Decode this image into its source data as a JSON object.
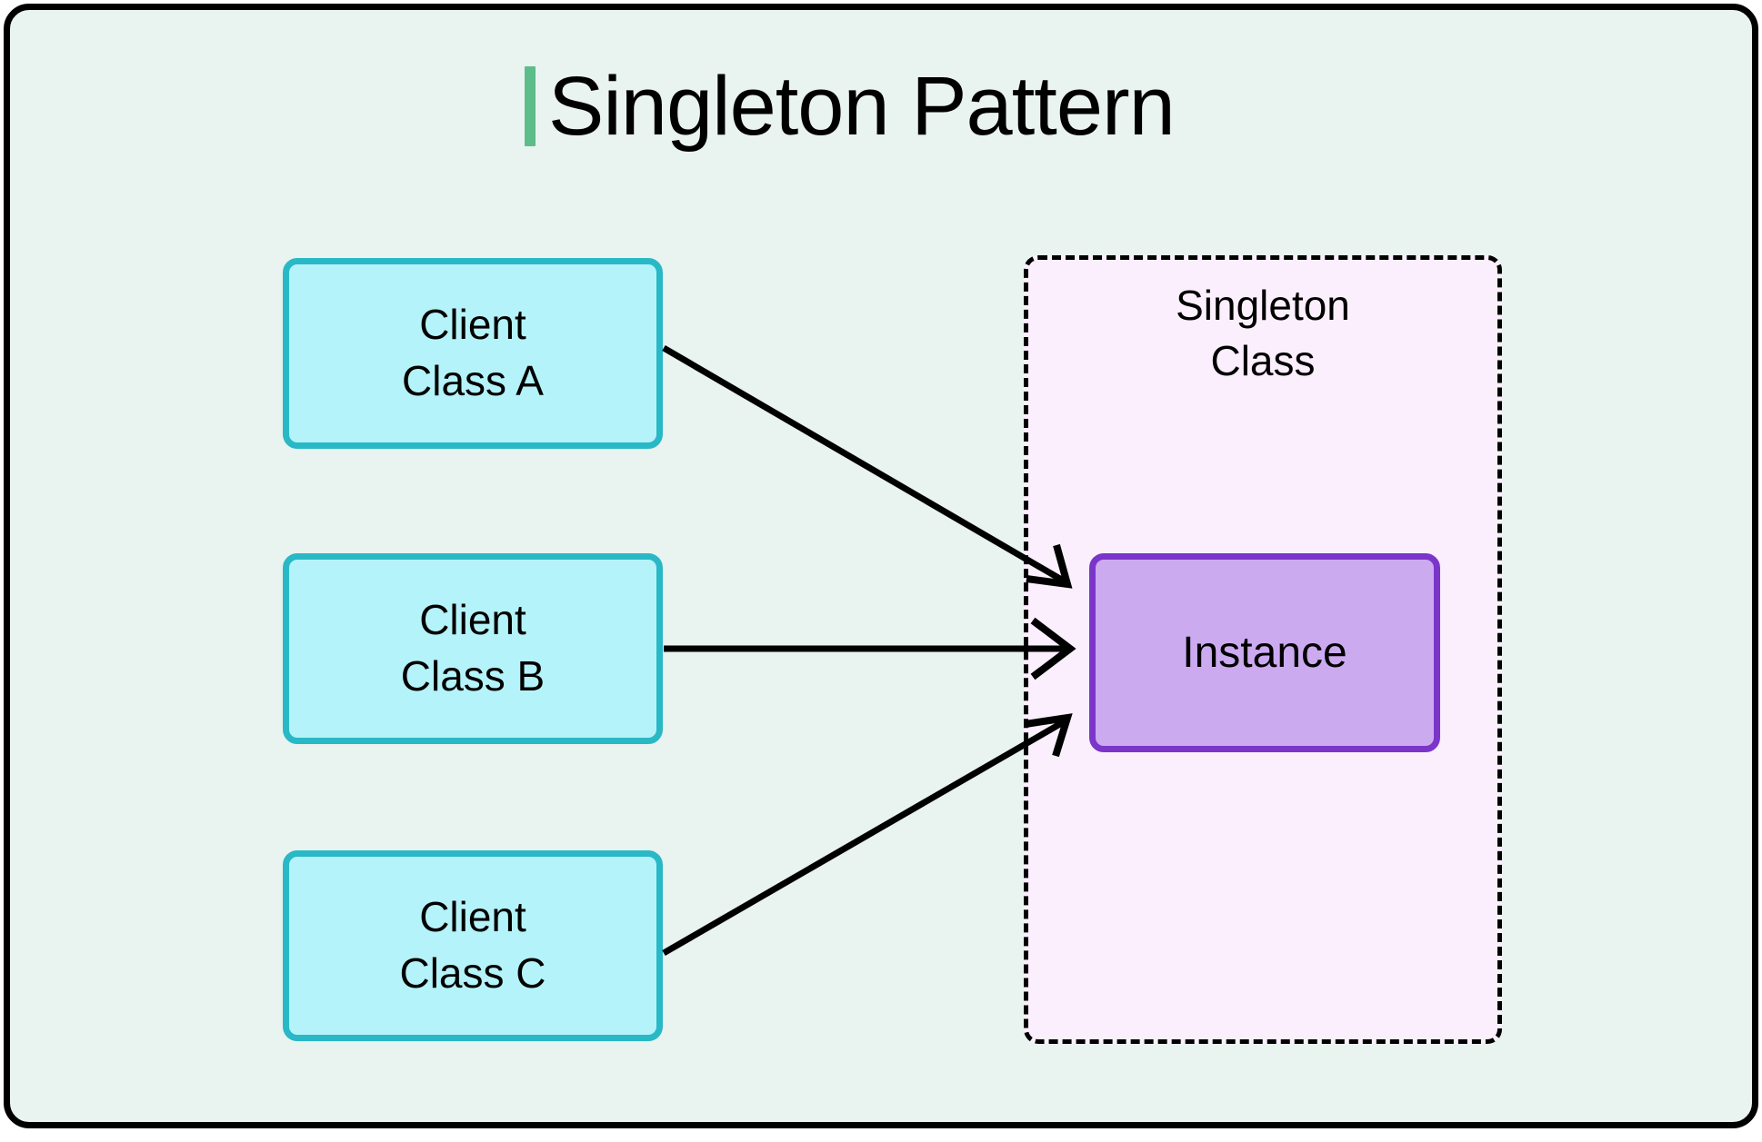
{
  "diagram": {
    "title": "Singleton Pattern",
    "accent_color": "#5cbd8a",
    "background_color": "#e9f3ef",
    "frame_border_color": "#000000",
    "clients": [
      {
        "id": "a",
        "line1": "Client",
        "line2": "Class A"
      },
      {
        "id": "b",
        "line1": "Client",
        "line2": "Class B"
      },
      {
        "id": "c",
        "line1": "Client",
        "line2": "Class C"
      }
    ],
    "client_style": {
      "fill": "#b4f3f9",
      "border": "#29b8c6"
    },
    "singleton": {
      "label_line1": "Singleton",
      "label_line2": "Class",
      "container_fill": "#fbeffd",
      "container_border": "#000000",
      "instance": {
        "label": "Instance",
        "fill": "#ccaaf0",
        "border": "#7b35c9"
      }
    },
    "arrows": [
      {
        "id": "client-a-to-instance",
        "from": "Client Class A",
        "to": "Instance"
      },
      {
        "id": "client-b-to-instance",
        "from": "Client Class B",
        "to": "Instance"
      },
      {
        "id": "client-c-to-instance",
        "from": "Client Class C",
        "to": "Instance"
      }
    ]
  }
}
